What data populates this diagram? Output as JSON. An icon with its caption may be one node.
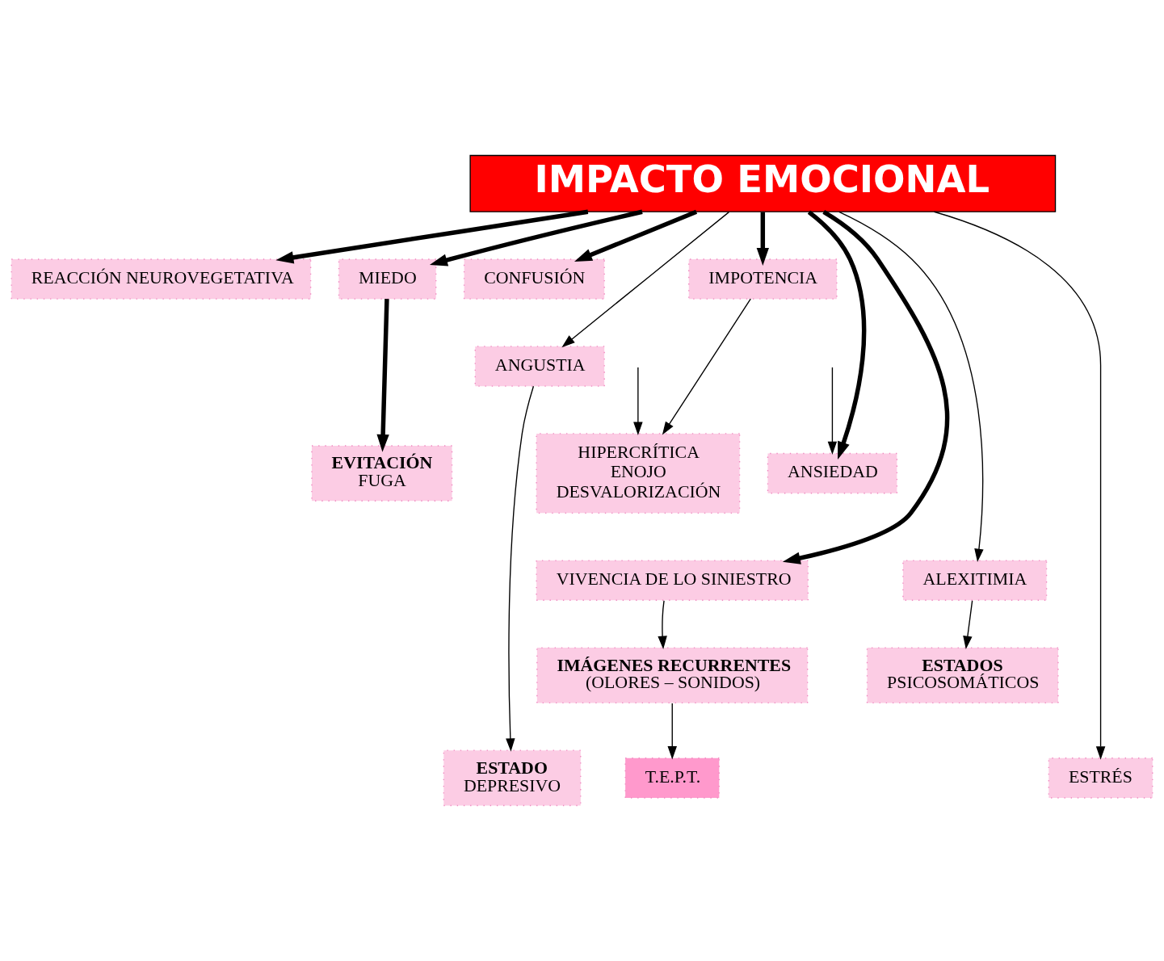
{
  "diagram": {
    "nodes": [
      {
        "text": [
          "IMPACTO EMOCIONAL"
        ]
      },
      {
        "text": [
          "REACCIÓN NEUROVEGETATIVA"
        ]
      },
      {
        "text": [
          "MIEDO"
        ]
      },
      {
        "text": [
          "IMPOTENCIA"
        ]
      },
      {
        "text": [
          "CONFUSIÓN"
        ]
      },
      {
        "text": [
          "ANGUSTIA"
        ]
      },
      {
        "text": [
          "ANSIEDAD"
        ]
      },
      {
        "text": [
          "EVITACIÓN",
          "FUGA"
        ]
      },
      {
        "text": [
          "HIPERCRÍTICA",
          "ENOJO",
          "DESVALORIZACIÓN"
        ]
      },
      {
        "text": [
          "ALEXITIMIA"
        ]
      },
      {
        "text": [
          "VIVENCIA DE LO SINIESTRO"
        ]
      },
      {
        "text": [
          "ESTADOS",
          "PSICOSOMÁTICOS"
        ]
      },
      {
        "text": [
          "IMÁGENES RECURRENTES",
          "(OLORES – SONIDOS)"
        ]
      },
      {
        "text": [
          "ESTRÉS"
        ]
      },
      {
        "text": [
          "T.E.P.T."
        ]
      },
      {
        "text": [
          "ESTADO",
          "DEPRESIVO"
        ]
      }
    ],
    "edges": [
      {
        "from": 0,
        "to": 1,
        "arrow": "to",
        "style": "thick"
      },
      {
        "from": 0,
        "to": 6,
        "arrow": "to",
        "style": "thick"
      },
      {
        "from": 0,
        "to": 13,
        "arrow": "to"
      },
      {
        "from": 0,
        "to": 2,
        "arrow": "to",
        "style": "thick"
      },
      {
        "from": 0,
        "to": 9,
        "arrow": "to"
      },
      {
        "from": 0,
        "to": 3,
        "arrow": "to",
        "style": "thick"
      },
      {
        "from": 0,
        "to": 10,
        "arrow": "to",
        "style": "thick"
      },
      {
        "from": 0,
        "to": 5,
        "arrow": "to"
      },
      {
        "from": 0,
        "to": 4,
        "arrow": "to",
        "style": "thick"
      },
      {
        "from": 2,
        "to": 7,
        "arrow": "to",
        "style": "thick"
      },
      {
        "from": null,
        "to": 6,
        "arrow": "to"
      },
      {
        "from": null,
        "to": 8,
        "arrow": "to"
      },
      {
        "from": 3,
        "to": 8,
        "arrow": "to"
      },
      {
        "from": 9,
        "to": 11,
        "arrow": "to"
      },
      {
        "from": 10,
        "to": 12,
        "arrow": "to"
      },
      {
        "from": 12,
        "to": 14,
        "arrow": "to"
      },
      {
        "from": 5,
        "to": 15,
        "arrow": "to"
      }
    ]
  }
}
